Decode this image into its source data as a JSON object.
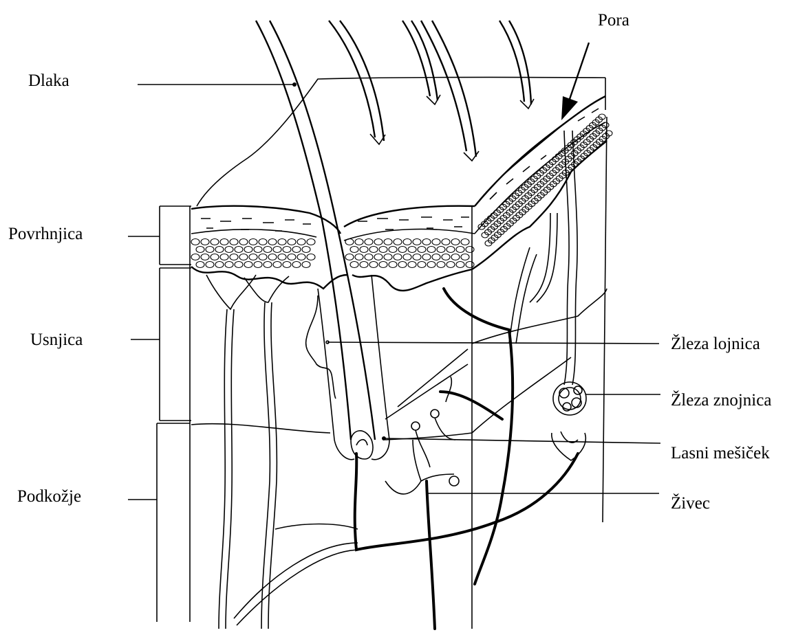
{
  "labels": {
    "dlaka": "Dlaka",
    "povrhnjica": "Povrhnjica",
    "usnjica": "Usnjica",
    "podkozje": "Podkožje",
    "pora": "Pora",
    "zleza_lojnica": "Žleza lojnica",
    "zleza_znojnica": "Žleza znojnica",
    "lasni_micek": "Lasni mešiček",
    "zivec": "Živec"
  }
}
